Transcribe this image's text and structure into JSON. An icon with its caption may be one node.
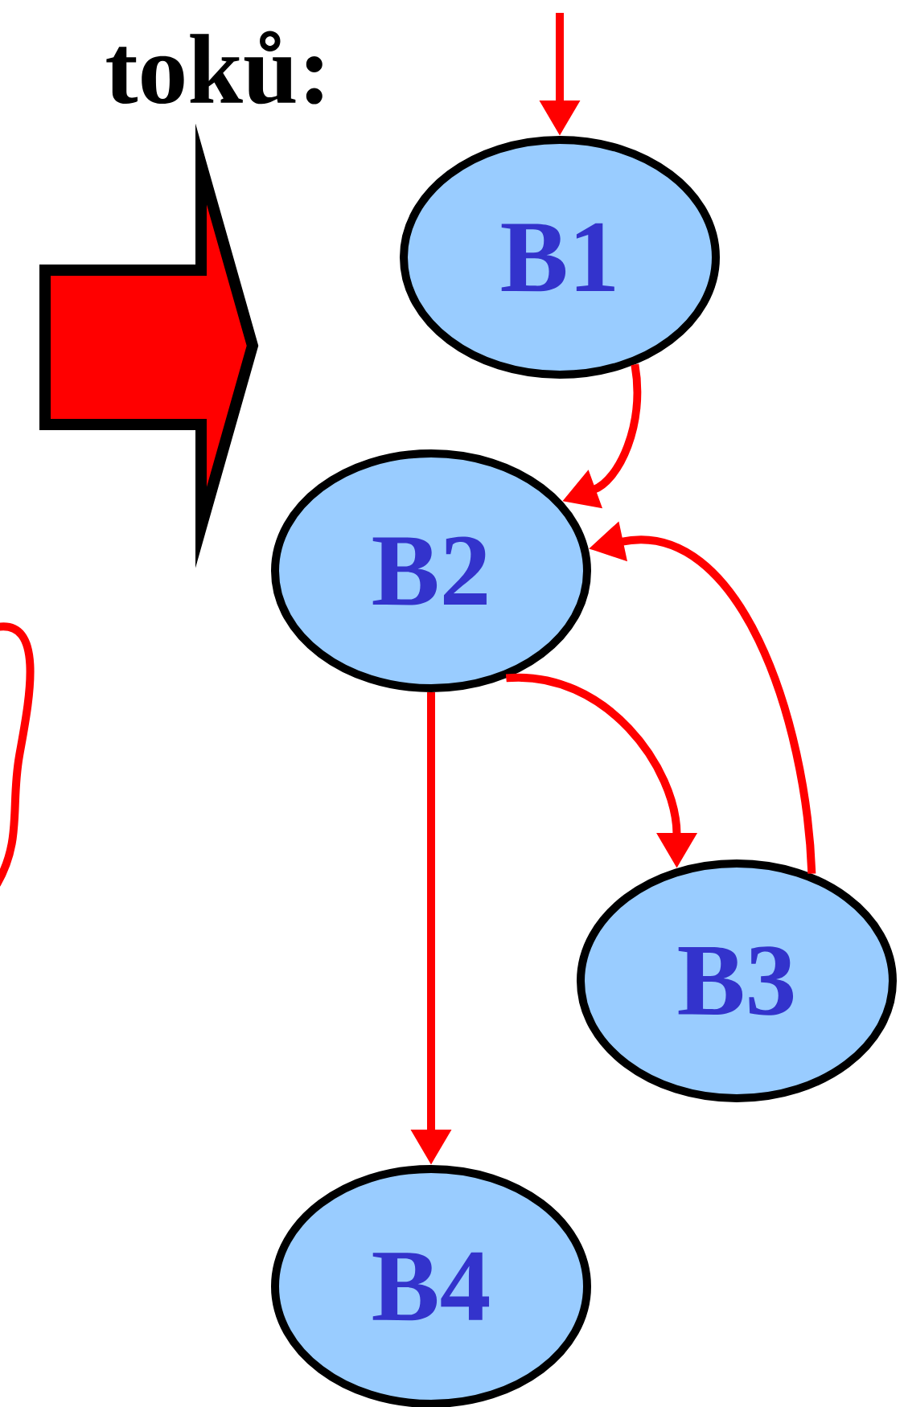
{
  "diagram": {
    "nodes": [
      {
        "text": [
          "B1"
        ]
      },
      {
        "text": [
          "B2"
        ]
      },
      {
        "text": [
          "B3"
        ]
      },
      {
        "text": [
          "B4"
        ]
      }
    ],
    "edges": [
      {
        "from": null,
        "to": 0,
        "arrow": "to"
      },
      {
        "from": 0,
        "to": 1,
        "arrow": "to"
      },
      {
        "from": 1,
        "to": 2,
        "arrow": "to"
      },
      {
        "from": 2,
        "to": 1,
        "arrow": "to"
      },
      {
        "from": 1,
        "to": 3,
        "arrow": "to"
      }
    ],
    "labels": [
      "toků:"
    ]
  }
}
